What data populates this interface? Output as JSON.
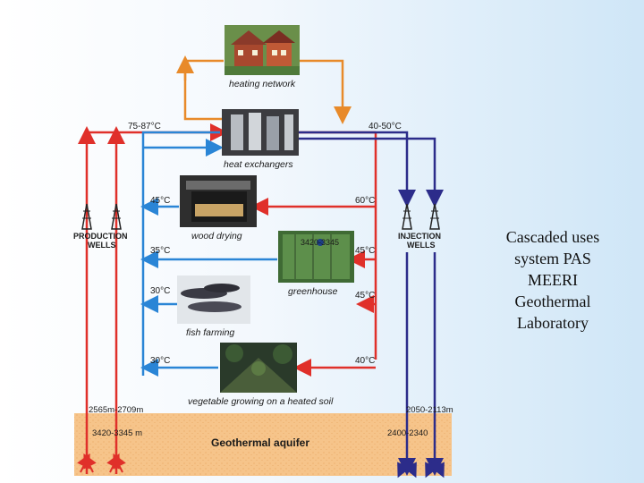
{
  "slide_title": "Cascaded uses system PAS MEERI Geothermal Laboratory",
  "diagram": {
    "nodes": {
      "heating_network": "heating network",
      "heat_exchangers": "heat exchangers",
      "wood_drying": "wood drying",
      "greenhouse": "greenhouse",
      "fish_farming": "fish farming",
      "vegetable_growing": "vegetable growing on a heated soil",
      "geothermal_aquifer": "Geothermal aquifer"
    },
    "wells": {
      "production_line1": "PRODUCTION",
      "production_line2": "WELLS",
      "injection_line1": "INJECTION",
      "injection_line2": "WELLS"
    },
    "temperatures": {
      "supply_main": "75-87°C",
      "return_main": "40-50°C",
      "wood_drying_out": "45°C",
      "wood_drying_in": "60°C",
      "greenhouse_out": "35°C",
      "greenhouse_in": "45°C",
      "fish_out": "30°C",
      "fish_in": "45°C",
      "vegetable_out": "30°C",
      "vegetable_in": "40°C"
    },
    "depths": {
      "production_upper": "2565m-2709m",
      "production_lower": "3420-3345 m",
      "injection_upper": "2050-2113m",
      "injection_lower": "2400-2340",
      "greenhouse_overlay": "3420-3345"
    },
    "colors": {
      "hot": "#e0302a",
      "warm_return": "#2a85d6",
      "cold_return": "#2c2c8a",
      "heating_loop": "#e88a2a",
      "aquifer": "#f6c48a"
    }
  }
}
